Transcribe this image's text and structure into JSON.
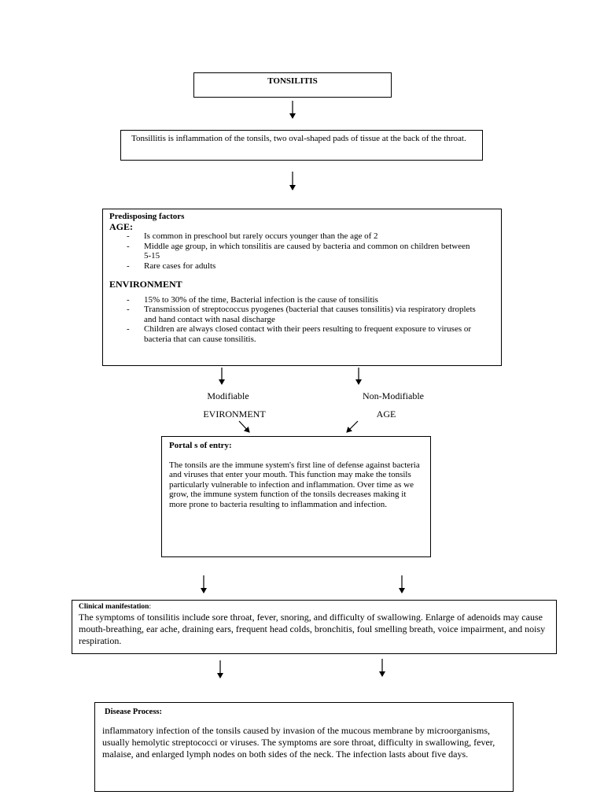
{
  "title": "TONSILITIS",
  "definition": "Tonsillitis is inflammation of the tonsils, two oval-shaped pads of tissue at the back of the throat.",
  "predisposing": {
    "heading": "Predisposing factors",
    "age_heading": "AGE:",
    "age_items": [
      "Is common in preschool but rarely occurs younger than the age of 2",
      "Middle age group, in which tonsilitis are caused by bacteria and common on children between 5-15",
      "Rare cases for adults"
    ],
    "env_heading": "ENVIRONMENT",
    "env_items": [
      "15% to 30% of the time, Bacterial infection is the cause of tonsilitis",
      "Transmission of streptococcus pyogenes (bacterial that causes tonsilitis) via respiratory droplets and hand contact with nasal discharge",
      "Children are always closed contact with their peers resulting to frequent exposure to viruses or bacteria that can cause tonsilitis."
    ]
  },
  "branches": {
    "modifiable": "Modifiable",
    "modifiable_factor": "EVIRONMENT",
    "non_modifiable": "Non-Modifiable",
    "non_modifiable_factor": "AGE"
  },
  "portal": {
    "heading": "Portal s of entry:",
    "text": "The tonsils are the immune system's first line of defense against bacteria and viruses that enter your mouth. This function may make the tonsils particularly vulnerable to infection and inflammation. Over time as we grow, the immune system function of the tonsils decreases making it more prone to bacteria resulting to inflammation and infection."
  },
  "clinical": {
    "heading": "Clinical manifestation",
    "colon": ":",
    "text": "The symptoms of tonsilitis include sore throat, fever, snoring, and difficulty of swallowing. Enlarge of adenoids may cause mouth-breathing, ear ache, draining ears, frequent head colds, bronchitis, foul smelling breath, voice impairment, and noisy respiration."
  },
  "disease": {
    "heading": "Disease Process:",
    "text": "inflammatory infection of the tonsils caused by invasion of the mucous membrane by microorganisms, usually hemolytic streptococci or viruses. The symptoms are sore throat, difficulty in swallowing, fever, malaise, and enlarged lymph nodes on both sides of the neck. The infection lasts about five days."
  }
}
